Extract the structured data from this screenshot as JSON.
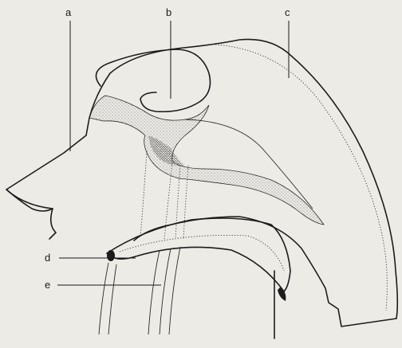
{
  "labels": {
    "a": "a",
    "b": "b",
    "c": "c",
    "d": "d",
    "e": "e"
  },
  "colors": {
    "background": "#ecebe6",
    "ink": "#1c1c1c",
    "stipple": "#555555"
  }
}
